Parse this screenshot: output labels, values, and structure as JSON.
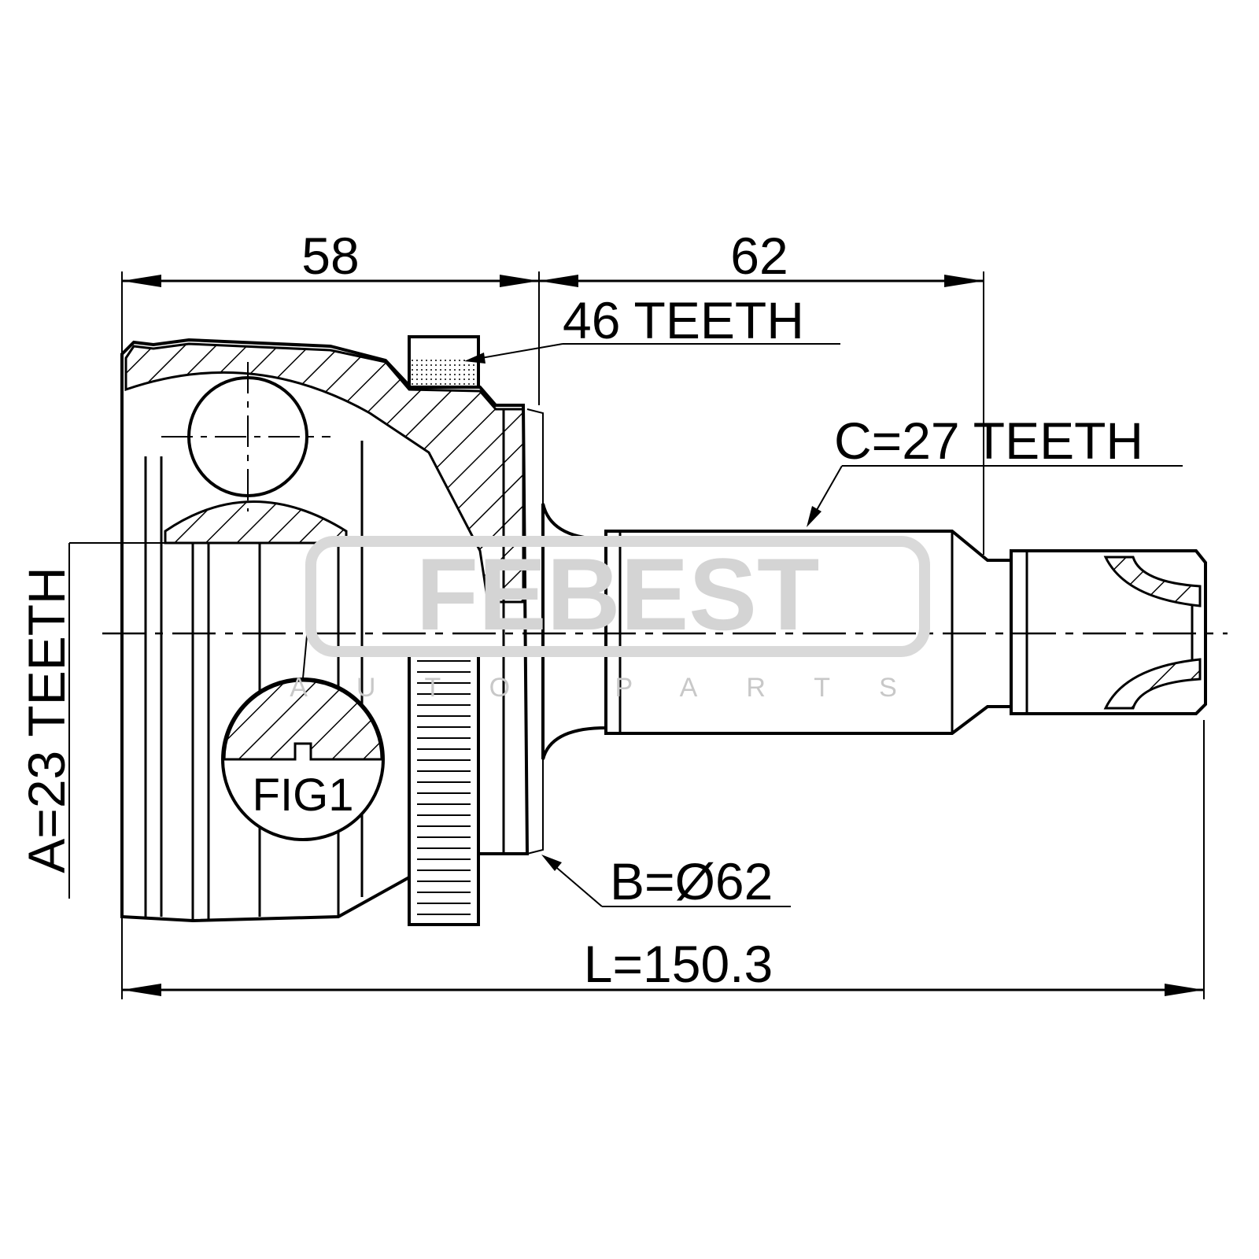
{
  "drawing": {
    "dimensions": {
      "housing_length": "58",
      "shaft_length": "62",
      "total_length": "L=150.3"
    },
    "callouts": {
      "abs_teeth": "46 TEETH",
      "outer_spline": "C=27 TEETH",
      "inner_spline": "A=23 TEETH",
      "seal_diameter": "B=Ø62",
      "detail_label": "FIG1"
    },
    "watermark": {
      "brand": "FEBEST",
      "tagline": "AUTO PARTS"
    },
    "colors": {
      "line": "#000000",
      "watermark": "#e6e6e6"
    }
  }
}
